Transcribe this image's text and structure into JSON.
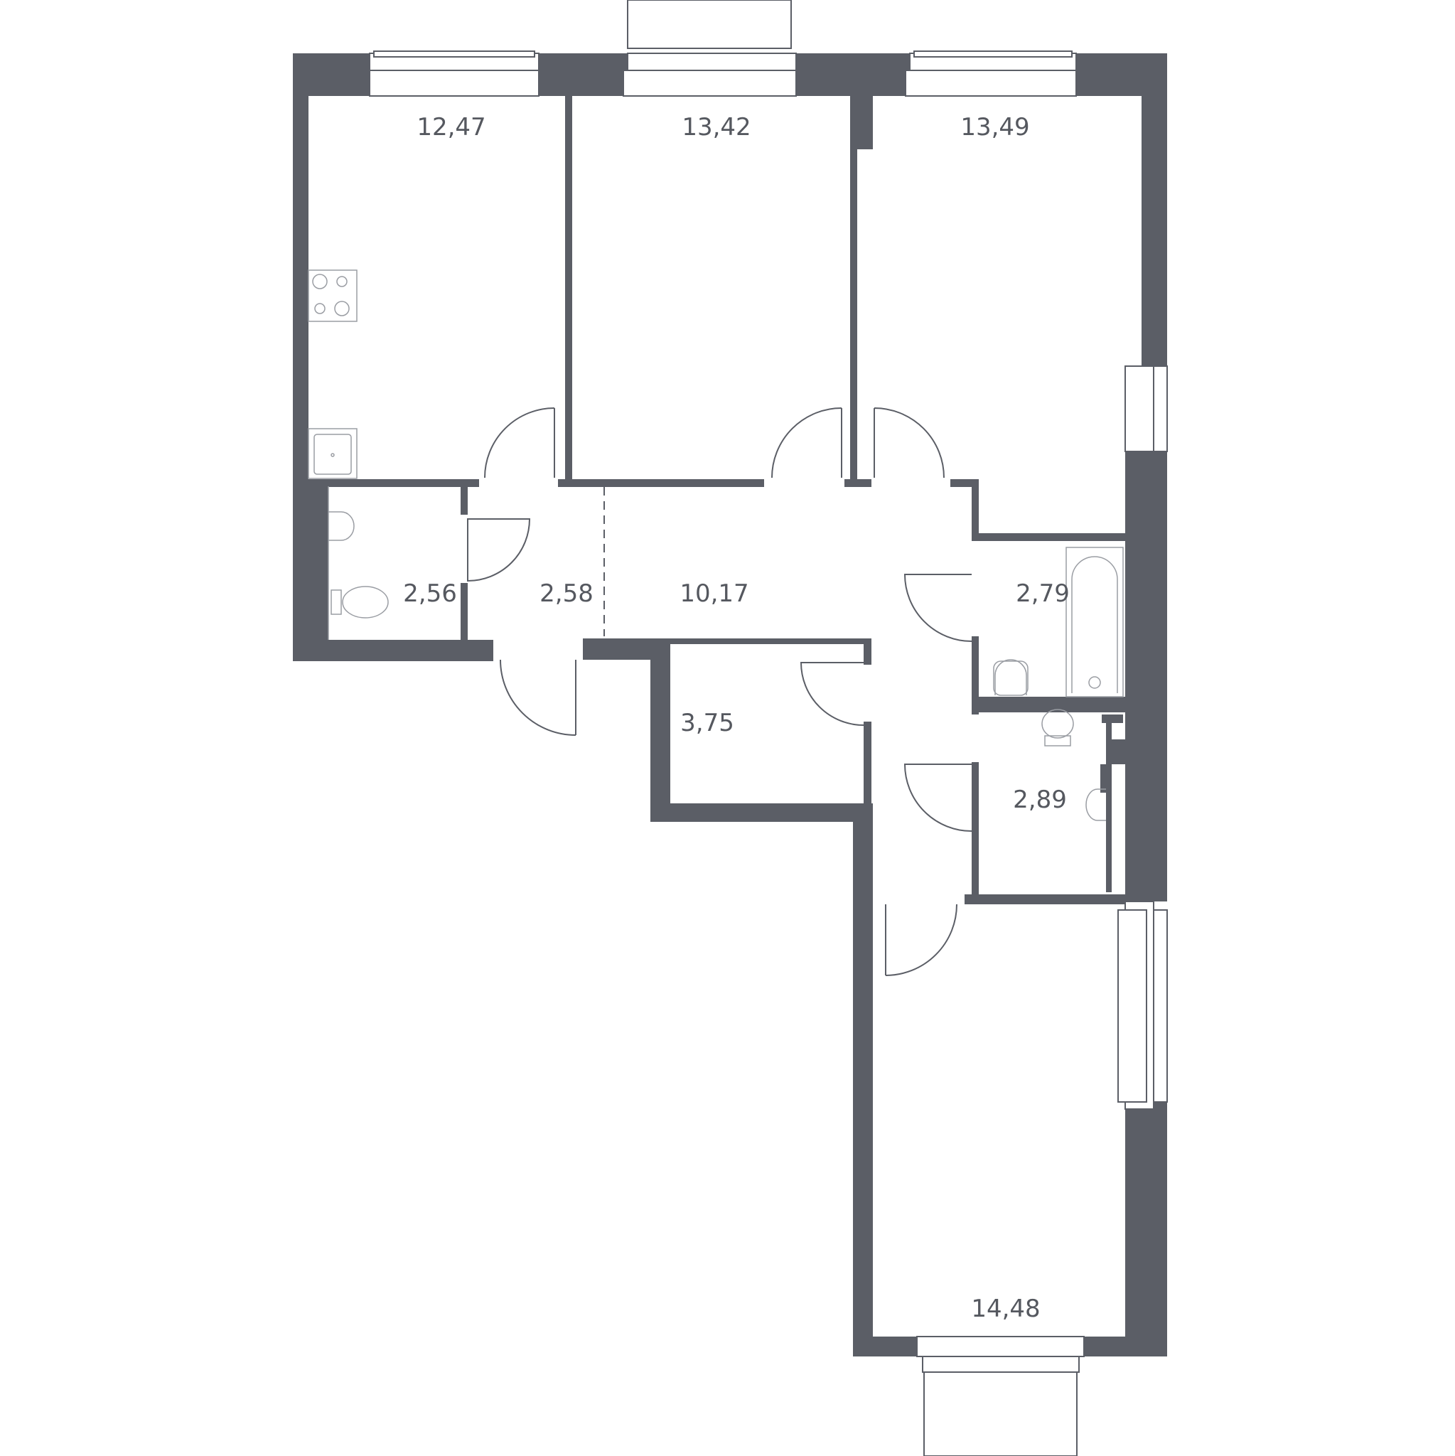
{
  "colors": {
    "wall": "#5b5e66",
    "line": "#5b5e66",
    "fixture": "#9a9da3",
    "background": "#ffffff"
  },
  "rooms": {
    "kitchen": {
      "area": "12,47"
    },
    "bedroom_1": {
      "area": "13,42"
    },
    "bedroom_2": {
      "area": "13,49"
    },
    "wc": {
      "area": "2,56"
    },
    "entrance": {
      "area": "2,58"
    },
    "hall": {
      "area": "10,17"
    },
    "bathroom": {
      "area": "2,79"
    },
    "storage": {
      "area": "3,75"
    },
    "toilet": {
      "area": "2,89"
    },
    "living_room": {
      "area": "14,48"
    }
  },
  "icons": [
    "stove-icon",
    "sink-icon",
    "washbasin-icon",
    "toilet-icon",
    "bathtub-icon",
    "door-swing-icon",
    "window-icon"
  ]
}
